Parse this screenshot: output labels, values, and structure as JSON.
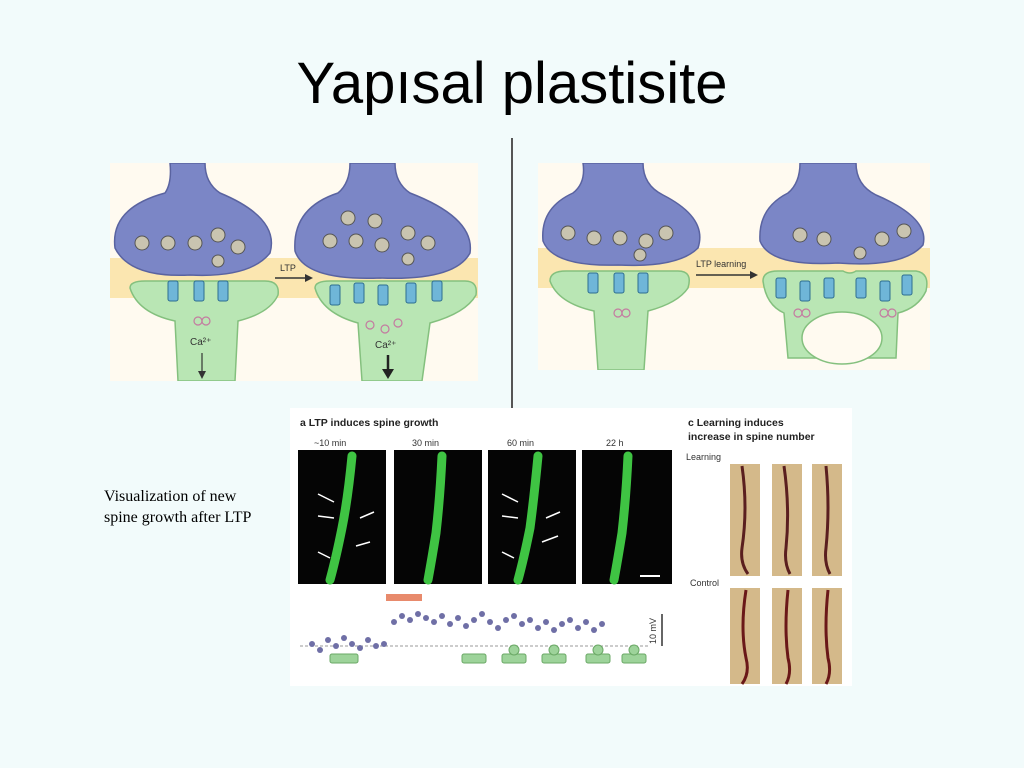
{
  "slide": {
    "title": "Yapısal plastisite",
    "caption": "Visualization of new spine growth after LTP"
  },
  "top_left_figure": {
    "arrow_label": "LTP",
    "ion_label_left": "Ca²⁺",
    "ion_label_right": "Ca²⁺"
  },
  "top_right_figure": {
    "arrow_label": "LTP learning"
  },
  "bottom_figure": {
    "panel_a_title": "a LTP induces spine growth",
    "time_labels": [
      "~10 min",
      "30 min",
      "60 min",
      "22 h"
    ],
    "panel_c_title_line1": "c Learning induces",
    "panel_c_title_line2": "increase in spine number",
    "learning_label": "Learning",
    "control_label": "Control",
    "scale_label": "10 mV"
  },
  "colors": {
    "presynaptic": "#7b86c6",
    "postsynaptic": "#b9e6b4",
    "cleft": "#fbe6b0",
    "receptor": "#6fb6d8",
    "dendrite_fluor": "#3fc443",
    "trace_dots": "#6f6fa6",
    "stim_bar": "#e88a6c"
  }
}
